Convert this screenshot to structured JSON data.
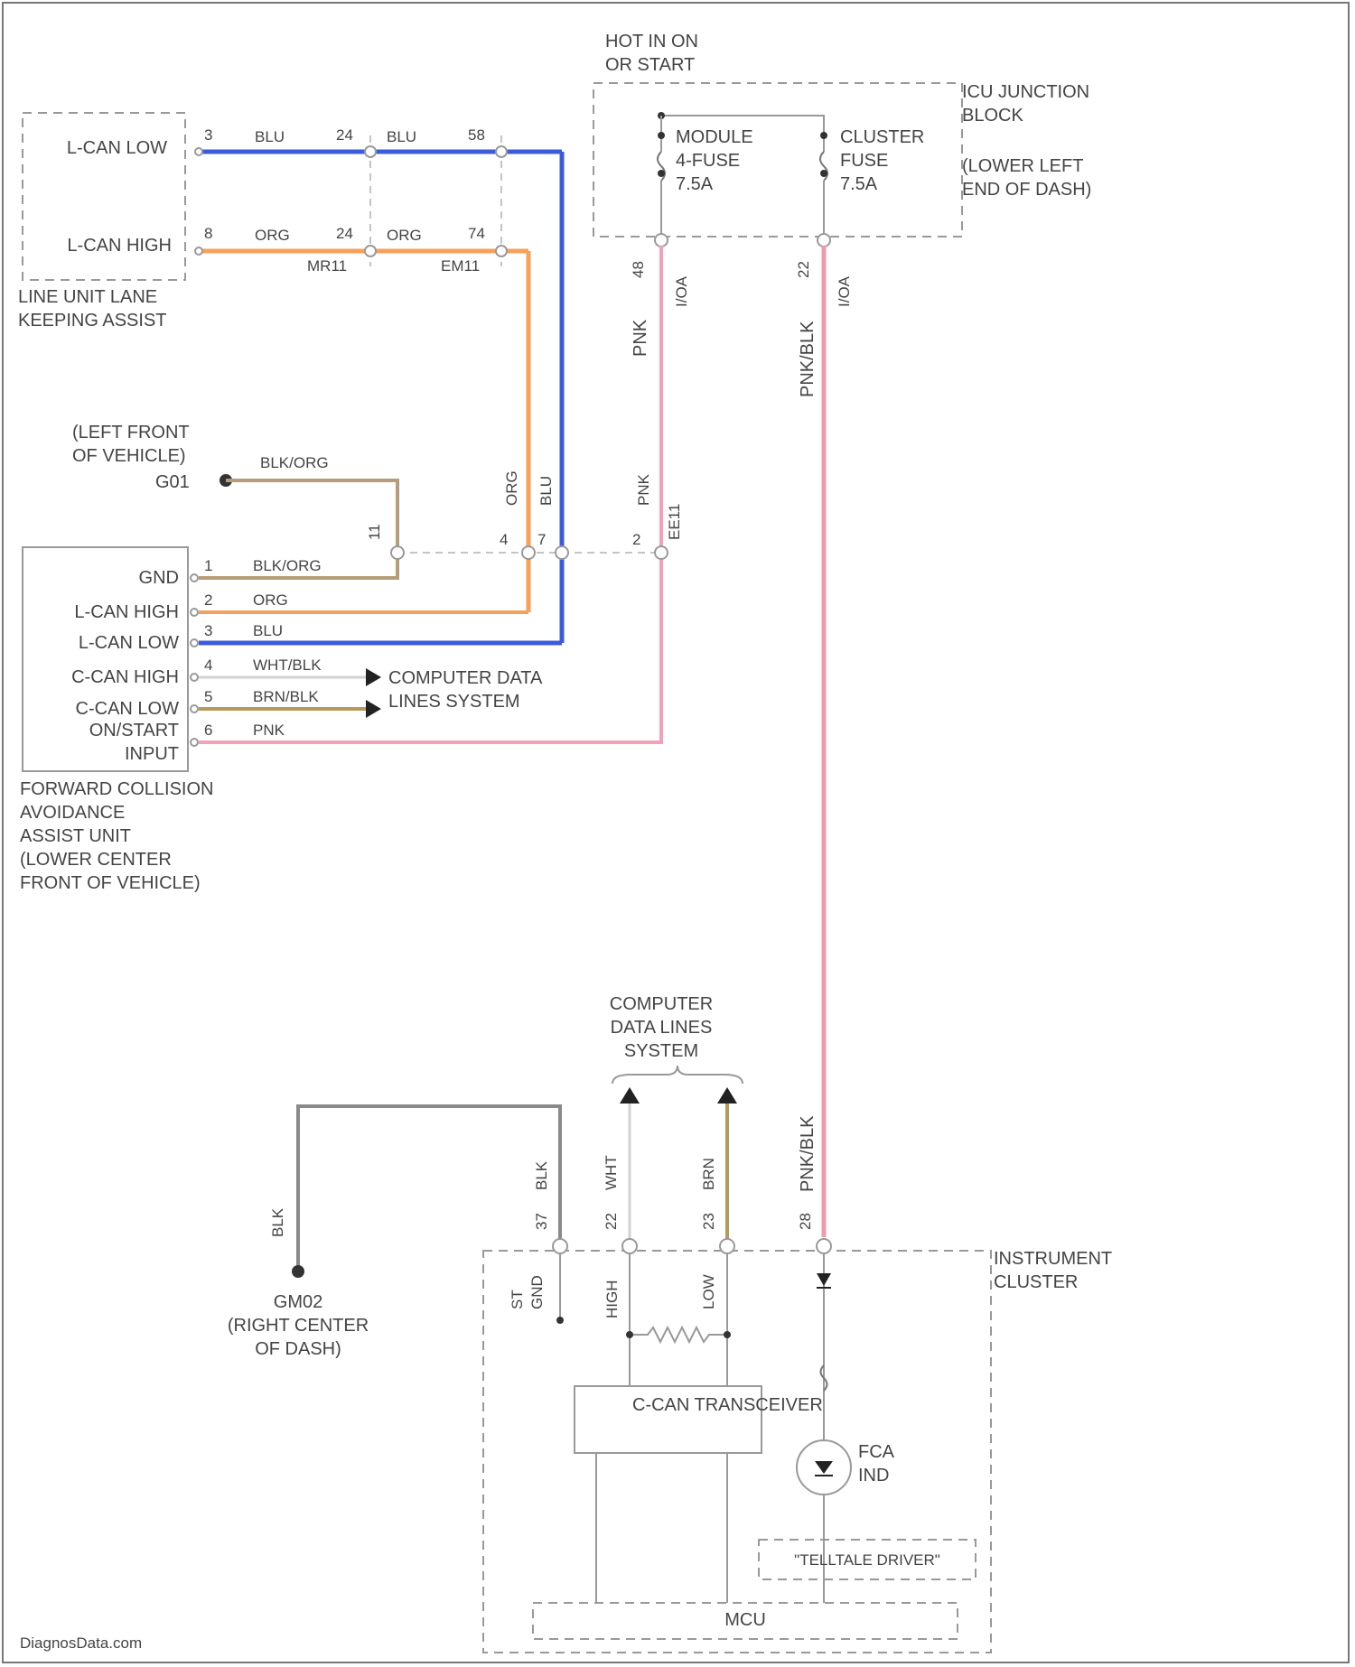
{
  "lane_unit": {
    "pins": [
      "L-CAN LOW",
      "L-CAN HIGH"
    ],
    "name": "LINE UNIT LANE\nKEEPING ASSIST"
  },
  "wires_top": {
    "blu_pins": [
      "3",
      "24",
      "58"
    ],
    "blu_colors": [
      "BLU",
      "BLU"
    ],
    "org_pins": [
      "8",
      "24",
      "74"
    ],
    "org_colors": [
      "ORG",
      "ORG"
    ],
    "splices": [
      "MR11",
      "EM11"
    ]
  },
  "junction_block": {
    "hot_label": "HOT IN ON\nOR START",
    "name": "ICU JUNCTION\nBLOCK",
    "location": "(LOWER LEFT\nEND OF DASH)",
    "fuse1": "MODULE\n4-FUSE\n7.5A",
    "fuse2": "CLUSTER\nFUSE\n7.5A",
    "conn1_pin": "48",
    "conn1_id": "I/OA",
    "conn2_pin": "22",
    "conn2_id": "I/OA",
    "wire1_color": "PNK",
    "wire2_color": "PNK/BLK"
  },
  "ground_g01": {
    "location": "(LEFT FRONT\nOF VEHICLE)",
    "id": "G01",
    "wire": "BLK/ORG"
  },
  "connector_row": {
    "pins": [
      "11",
      "4",
      "7",
      "2"
    ],
    "id": "EE11",
    "vert_colors": [
      "ORG",
      "BLU",
      "PNK"
    ]
  },
  "fca_unit": {
    "pins": [
      {
        "num": "1",
        "label": "GND",
        "wire": "BLK/ORG"
      },
      {
        "num": "2",
        "label": "L-CAN HIGH",
        "wire": "ORG"
      },
      {
        "num": "3",
        "label": "L-CAN LOW",
        "wire": "BLU"
      },
      {
        "num": "4",
        "label": "C-CAN HIGH",
        "wire": "WHT/BLK"
      },
      {
        "num": "5",
        "label": "C-CAN LOW",
        "wire": "BRN/BLK"
      },
      {
        "num": "6",
        "label": "ON/START\nINPUT",
        "wire": "PNK"
      }
    ],
    "name": "FORWARD COLLISION\nAVOIDANCE\nASSIST UNIT\n(LOWER CENTER\nFRONT OF VEHICLE)",
    "arrow_label": "COMPUTER DATA\nLINES SYSTEM"
  },
  "bottom": {
    "data_lines_label": "COMPUTER\nDATA LINES\nSYSTEM",
    "wires": [
      {
        "pin": "37",
        "color": "BLK"
      },
      {
        "pin": "22",
        "color": "WHT"
      },
      {
        "pin": "23",
        "color": "BRN"
      },
      {
        "pin": "28",
        "color": "PNK/BLK"
      }
    ],
    "gnd_wire": "BLK",
    "g02": "GM02\n(RIGHT CENTER\nOF DASH)",
    "cluster_name": "INSTRUMENT\nCLUSTER",
    "inner_labels": [
      "ST\nGND",
      "HIGH",
      "LOW"
    ],
    "transceiver": "C-CAN TRANSCEIVER",
    "fca_ind": "FCA\nIND",
    "telltale": "\"TELLTALE DRIVER\"",
    "mcu": "MCU",
    "pnk_blk_upper": "PNK/BLK"
  },
  "footer": "DiagnosData.com",
  "colors": {
    "blu": "#3b5bdb",
    "org": "#f5a15a",
    "pnk": "#f3a0b8",
    "pnk_blk": "#ee9aa9",
    "gray": "#8a8a8a",
    "brn": "#b59a5c"
  }
}
